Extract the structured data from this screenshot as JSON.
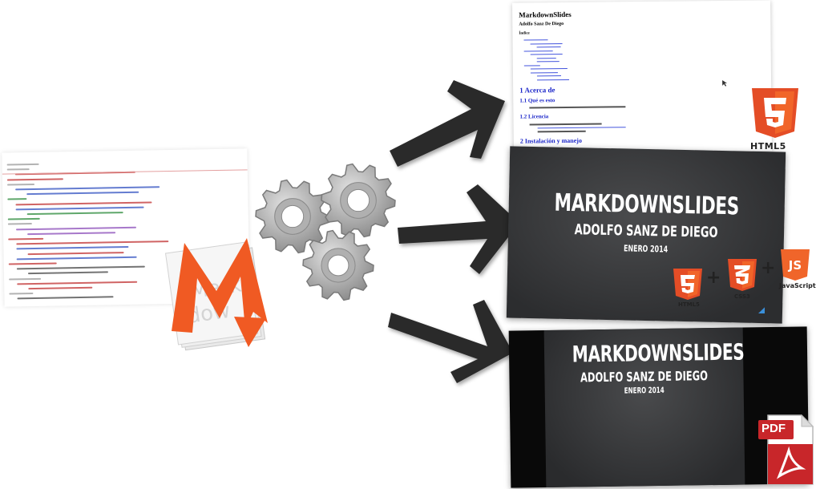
{
  "html_preview": {
    "title": "MarkdownSlides",
    "author": "Adolfo Sanz De Diego",
    "toc_label": "Índice",
    "heading1": "1 Acerca de",
    "heading1_1": "1.1 Qué es esto",
    "heading1_2": "1.2 Licencia",
    "heading2": "2 Instalación y manejo"
  },
  "slide_html": {
    "title": "MARKDOWNSLIDES",
    "author": "ADOLFO SANZ DE DIEGO",
    "date": "ENERO 2014"
  },
  "slide_pdf": {
    "title": "MARKDOWNSLIDES",
    "author": "ADOLFO SANZ DE DIEGO",
    "date": "ENERO 2014"
  },
  "logos": {
    "html5_label": "HTML5",
    "html5_small_label": "HTML5",
    "css3_label": "CSS3",
    "js_badge": "JS",
    "js_label": "JavaScript",
    "plus": "+",
    "pdf_label": "PDF",
    "markdown_watermark_1": "Mark",
    "markdown_watermark_2": "dow"
  },
  "colors": {
    "html5_orange": "#e44d26",
    "css3_orange": "#e44d26",
    "markdown_orange": "#f05a23",
    "js_orange": "#f0652a",
    "pdf_red": "#c8262a",
    "arrow_dark": "#2b2b2b",
    "gear_grey": "#9d9d9d"
  },
  "icons": [
    "markdown-source-doc",
    "markdown-m-icon",
    "gears-icon",
    "arrow-icon",
    "html5-icon",
    "css3-icon",
    "javascript-icon",
    "pdf-icon"
  ]
}
